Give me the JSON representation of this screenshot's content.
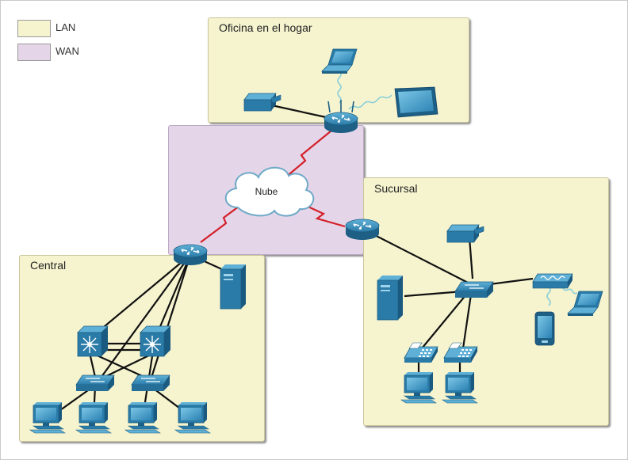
{
  "legend": [
    {
      "label": "LAN",
      "color": "#f6f4cf"
    },
    {
      "label": "WAN",
      "color": "#e4d6e8"
    }
  ],
  "zones": {
    "home_office": {
      "label": "Oficina en el hogar"
    },
    "branch": {
      "label": "Sucursal"
    },
    "central": {
      "label": "Central"
    },
    "cloud": {
      "label": "Nube"
    }
  },
  "colors": {
    "lan": "#f6f4cf",
    "wan": "#e4d6e8",
    "device": "#2a7ba8",
    "device_dark": "#1d5f85",
    "link": "#111111",
    "wan_link": "#d4202a",
    "wireless": "#8ecfd8"
  }
}
